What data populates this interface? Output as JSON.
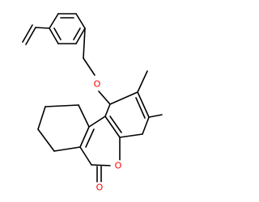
{
  "molecule": {
    "atoms": {
      "ether_oxygen": "O",
      "ring_oxygen": "O",
      "carbonyl_oxygen": "O"
    },
    "colors": {
      "bond": "#000000",
      "oxygen": "#ff0000",
      "background": "#ffffff"
    }
  }
}
